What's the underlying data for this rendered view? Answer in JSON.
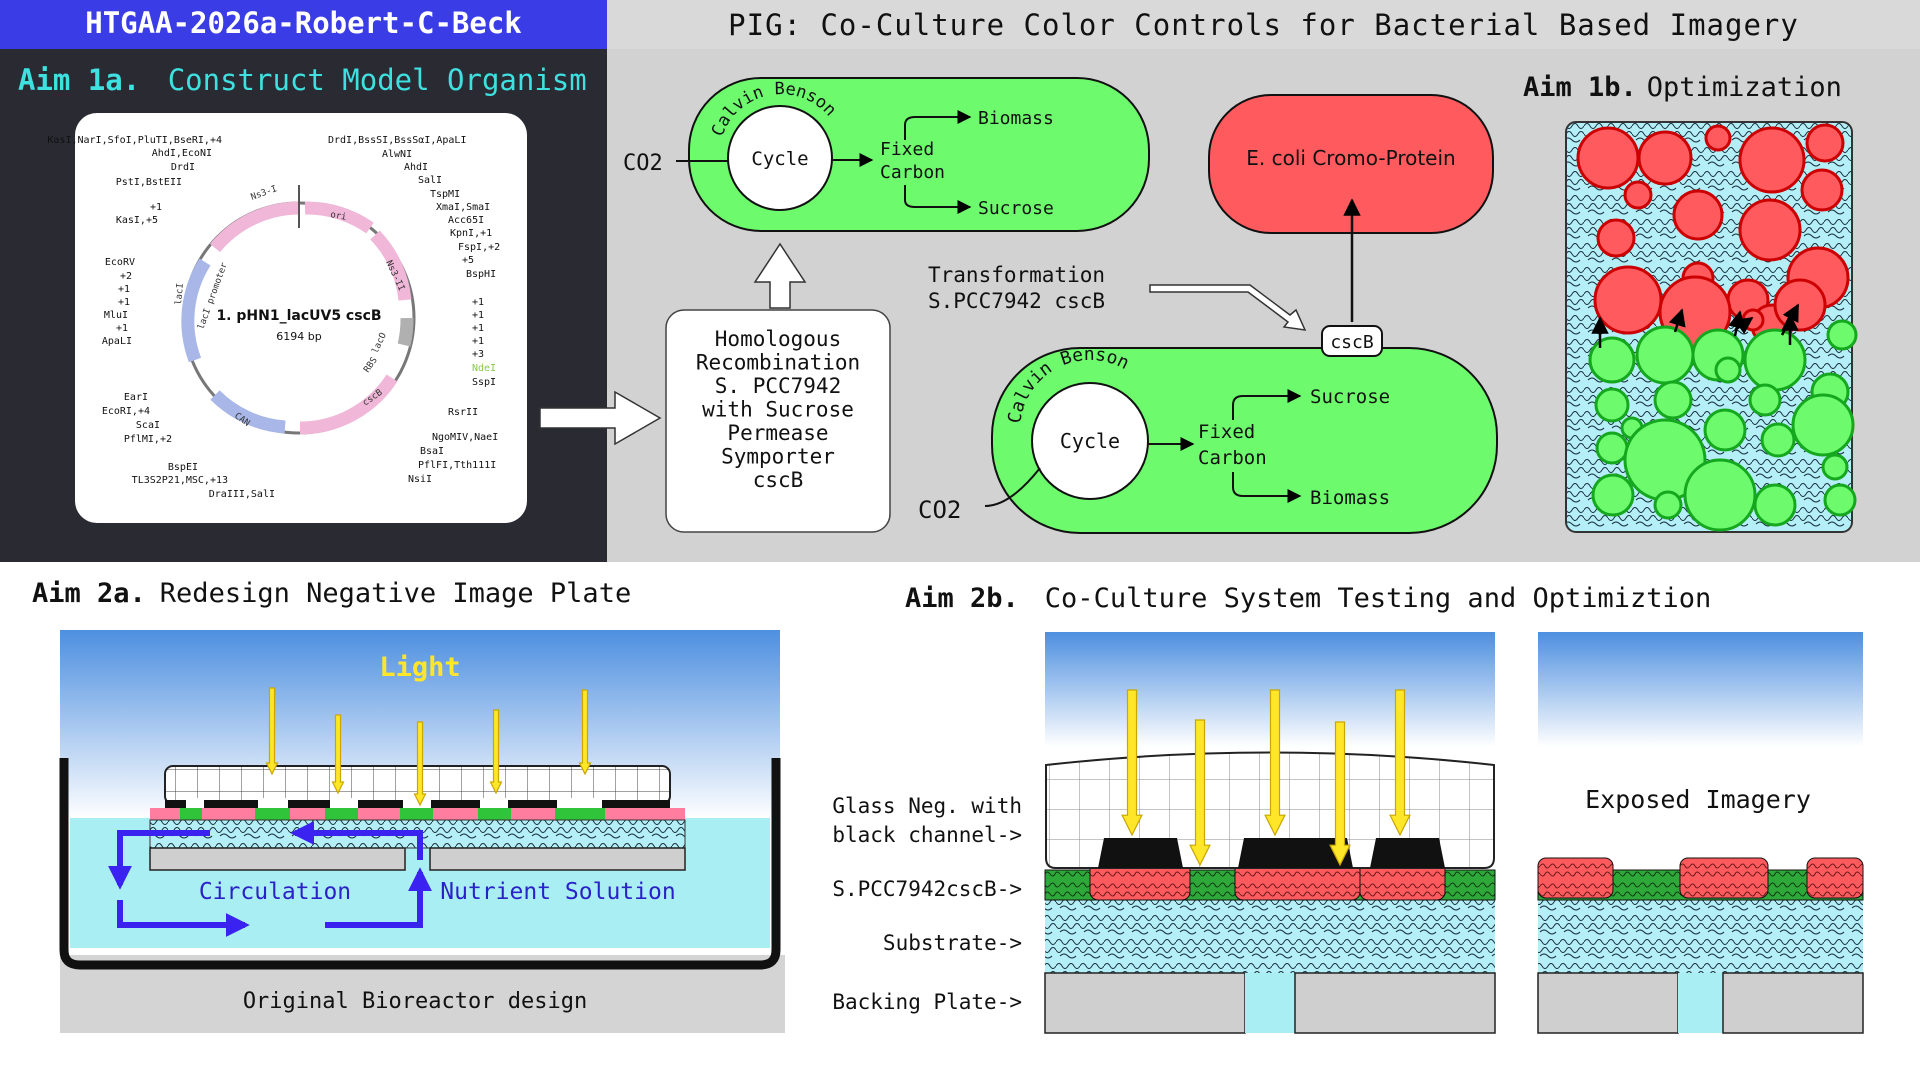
{
  "header": {
    "banner": "HTGAA-2026a-Robert-C-Beck",
    "title": "PIG: Co-Culture Color Controls for Bacterial Based Imagery"
  },
  "aim1a": {
    "prefix": "Aim 1a.",
    "label": "Construct Model Organism",
    "plasmid": {
      "name": "1. pHN1_lacUV5 cscB",
      "size": "6194 bp",
      "features": [
        "Ns3-I",
        "ori",
        "Ns3-II",
        "lacI",
        "lacI promoter",
        "lacO",
        "RBS",
        "cscB",
        "CAN"
      ],
      "sites_left": [
        "KasI,NarI,SfoI,PluTI,BseRI,+4",
        "AhdI,EcoNI",
        "DrdI",
        "PstI,BstEII",
        "+1",
        "KasI,+5",
        "EcoRV",
        "+2",
        "+1",
        "+1",
        "MluI",
        "+1",
        "ApaLI",
        "EarI",
        "EcoRI,+4",
        "ScaI",
        "PflMI,+2",
        "BspEI",
        "TL3S2P21,MSC,+13",
        "DraIII,SalI"
      ],
      "sites_right": [
        "DrdI,BssSI,BssSαI,ApaLI",
        "AlwNI",
        "AhdI",
        "SalI",
        "TspMI",
        "XmaI,SmaI",
        "Acc65I",
        "KpnI,+1",
        "FspI,+2",
        "+5",
        "BspHI",
        "+1",
        "+1",
        "+1",
        "+1",
        "+3",
        "NdeI",
        "SspI",
        "RsrII",
        "NgoMIV,NaeI",
        "BsaI",
        "PflFI,Tth111I",
        "NsiI"
      ]
    }
  },
  "aim1b": {
    "prefix": "Aim 1b.",
    "label": "Optimization"
  },
  "cell1": {
    "arc": "Calvin Benson",
    "cycle": "Cycle",
    "co2": "CO2",
    "biomass": "Biomass",
    "fixed1": "Fixed",
    "fixed2": "Carbon",
    "sucrose": "Sucrose"
  },
  "cell2": {
    "arc": "Calvin Benson",
    "cycle": "Cycle",
    "co2": "CO2",
    "biomass": "Biomass",
    "fixed1": "Fixed",
    "fixed2": "Carbon",
    "sucrose": "Sucrose",
    "cscb": "cscB"
  },
  "ecoli": "E. coli Cromo-Protein",
  "transform": {
    "line1": "Transformation",
    "line2": "S.PCC7942 cscB"
  },
  "recomb": [
    "Homologous",
    "Recombination",
    "S. PCC7942",
    "with Sucrose",
    "Permease",
    "Symporter",
    "cscB"
  ],
  "aim2a": {
    "prefix": "Aim 2a.",
    "label": "Redesign Negative Image Plate",
    "light": "Light",
    "circulation": "Circulation",
    "nutrient": "Nutrient Solution",
    "caption": "Original Bioreactor design"
  },
  "aim2b": {
    "prefix": "Aim 2b.",
    "label": "Co-Culture System Testing and Optimiztion",
    "glass1": "Glass Neg. with",
    "glass2": "black channel->",
    "strain": "S.PCC7942cscB->",
    "substrate": "Substrate->",
    "backing": "Backing Plate->",
    "exposed": "Exposed Imagery"
  },
  "colors": {
    "banner": "#3a3ce6",
    "green": "#6dfa6d",
    "red": "#ff5a5e",
    "light_arrow": "#ffe629",
    "circulation": "#3a22f0",
    "water": "#a9eef2",
    "dark_panel": "#2a2a33"
  }
}
